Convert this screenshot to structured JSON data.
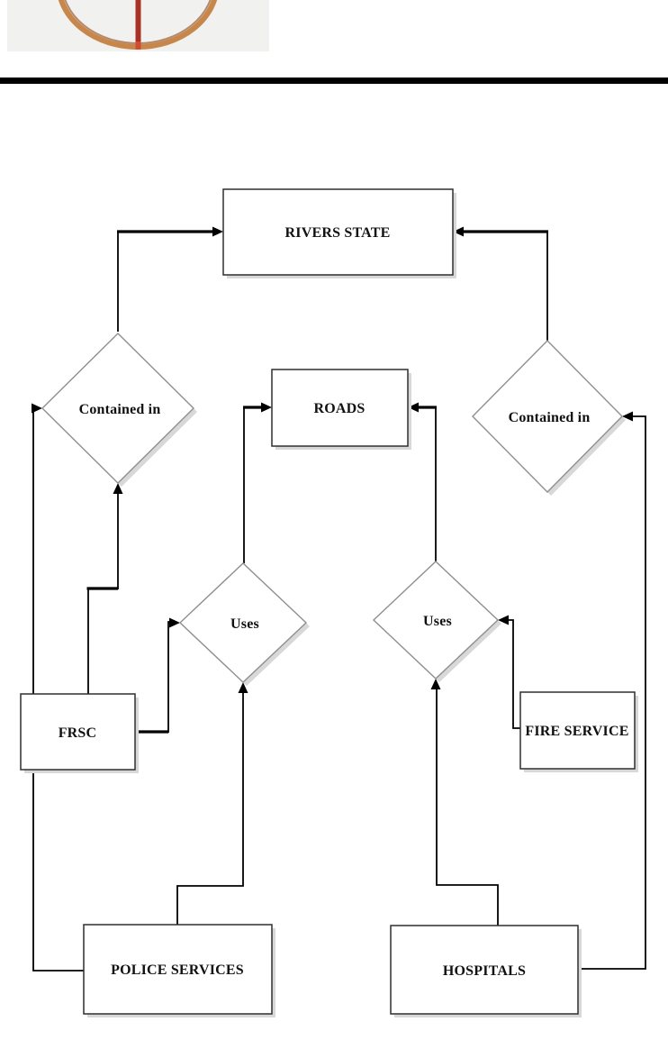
{
  "document": {
    "header": {
      "logo_icon": "curve-logo-fragment",
      "rule_color": "#000000",
      "logo_bg_color": "#f1f1ef",
      "logo_curve_color": "#b5763b",
      "logo_line_color": "#a93226"
    }
  },
  "diagram": {
    "type": "er-diagram",
    "entities": [
      {
        "id": "rivers-state",
        "label": "RIVERS STATE"
      },
      {
        "id": "roads",
        "label": "ROADS"
      },
      {
        "id": "frsc",
        "label": "FRSC"
      },
      {
        "id": "fire-service",
        "label": "FIRE SERVICE"
      },
      {
        "id": "police-services",
        "label": "POLICE SERVICES"
      },
      {
        "id": "hospitals",
        "label": "HOSPITALS"
      }
    ],
    "relationships": [
      {
        "id": "contained-in-left",
        "label": "Contained in"
      },
      {
        "id": "contained-in-right",
        "label": "Contained in"
      },
      {
        "id": "uses-left",
        "label": "Uses"
      },
      {
        "id": "uses-right",
        "label": "Uses"
      }
    ],
    "connections": [
      {
        "from": "contained-in-left",
        "to": "rivers-state"
      },
      {
        "from": "contained-in-right",
        "to": "rivers-state"
      },
      {
        "from": "uses-left",
        "to": "roads"
      },
      {
        "from": "uses-right",
        "to": "roads"
      },
      {
        "from": "police-services",
        "to": "contained-in-left"
      },
      {
        "from": "frsc",
        "to": "contained-in-left"
      },
      {
        "from": "frsc",
        "to": "uses-left"
      },
      {
        "from": "police-services",
        "to": "uses-left"
      },
      {
        "from": "hospitals",
        "to": "uses-right"
      },
      {
        "from": "fire-service",
        "to": "uses-right"
      },
      {
        "from": "hospitals",
        "to": "contained-in-right"
      }
    ],
    "colors": {
      "entity_border": "#2f2f2f",
      "relationship_border": "#8f8f8f",
      "shadow": "#d8d8d8",
      "connector": "#000000",
      "text": "#111111",
      "background": "#ffffff"
    }
  }
}
